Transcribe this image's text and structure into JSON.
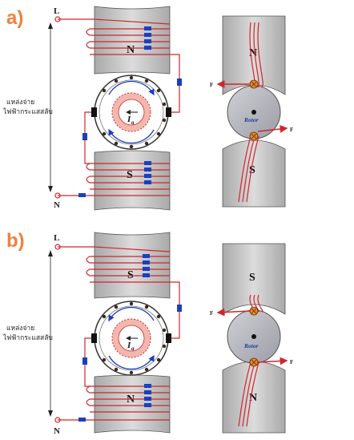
{
  "panels": [
    {
      "label": "a)",
      "top_terminal": "L",
      "bottom_terminal": "N",
      "source_line1": "แหล่งจ่าย",
      "source_line2": "ไฟฟ้ากระแสสลับ",
      "stator_top_pole": "N",
      "stator_bottom_pole": "S",
      "current_symbol": "I",
      "current_subscript": "a",
      "rotor_top_pole": "N",
      "rotor_bottom_pole": "S",
      "rotor_label": "Rotor",
      "force_label": "F"
    },
    {
      "label": "b)",
      "top_terminal": "L",
      "bottom_terminal": "N",
      "source_line1": "แหล่งจ่าย",
      "source_line2": "ไฟฟ้ากระแสสลับ",
      "stator_top_pole": "S",
      "stator_bottom_pole": "N",
      "current_symbol": "I",
      "current_subscript": "a",
      "rotor_top_pole": "S",
      "rotor_bottom_pole": "N",
      "rotor_label": "Rotor",
      "force_label": "F"
    }
  ],
  "colors": {
    "wire": "#d0252b",
    "arrow": "#1a3fbf",
    "pole_fill": "#c9c9c9",
    "rotor_fill": "#b8b8c0",
    "commutator_fill": "#f2b8b0",
    "label": "#f0803c"
  }
}
